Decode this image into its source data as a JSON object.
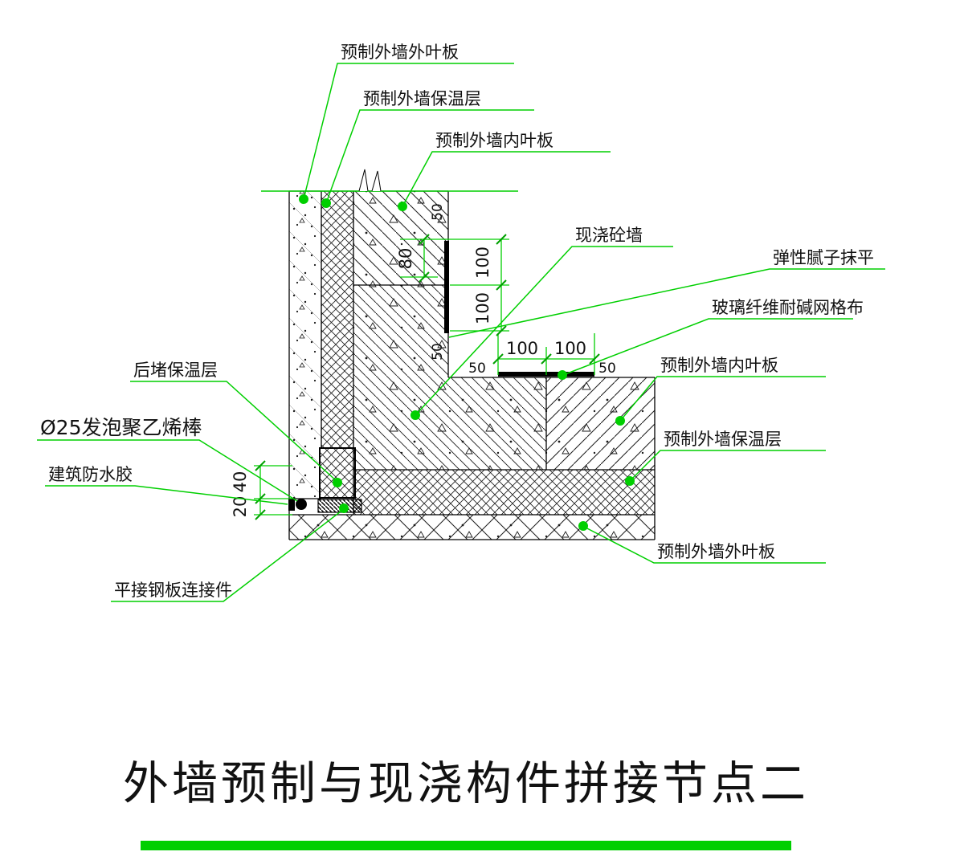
{
  "title": {
    "text": "外墙预制与现浇构件拼接节点二"
  },
  "colors": {
    "leader_green": "#00cf00",
    "line_black": "#000000"
  },
  "labels": {
    "outer_leaf_top": "预制外墙外叶板",
    "insulation_top": "预制外墙保温层",
    "inner_leaf_top": "预制外墙内叶板",
    "cast_wall": "现浇砼墙",
    "elastic_putty": "弹性腻子抹平",
    "fiberglass_mesh": "玻璃纤维耐碱网格布",
    "inner_leaf_right": "预制外墙内叶板",
    "insulation_right": "预制外墙保温层",
    "outer_leaf_bottom": "预制外墙外叶板",
    "backfill_insulation": "后堵保温层",
    "pe_foam_rod": "Ø25发泡聚乙烯棒",
    "waterproof_sealant": "建筑防水胶",
    "steel_plate_connector": "平接钢板连接件"
  },
  "dimensions": {
    "v_upper": "100",
    "v_lower": "100",
    "h_left": "100",
    "h_right": "100",
    "edge_50_top": "50",
    "edge_50_bottom": "50",
    "edge_50_left": "50",
    "edge_50_right": "50",
    "leaf_80": "80",
    "gap_40": "40",
    "gap_20": "20"
  }
}
